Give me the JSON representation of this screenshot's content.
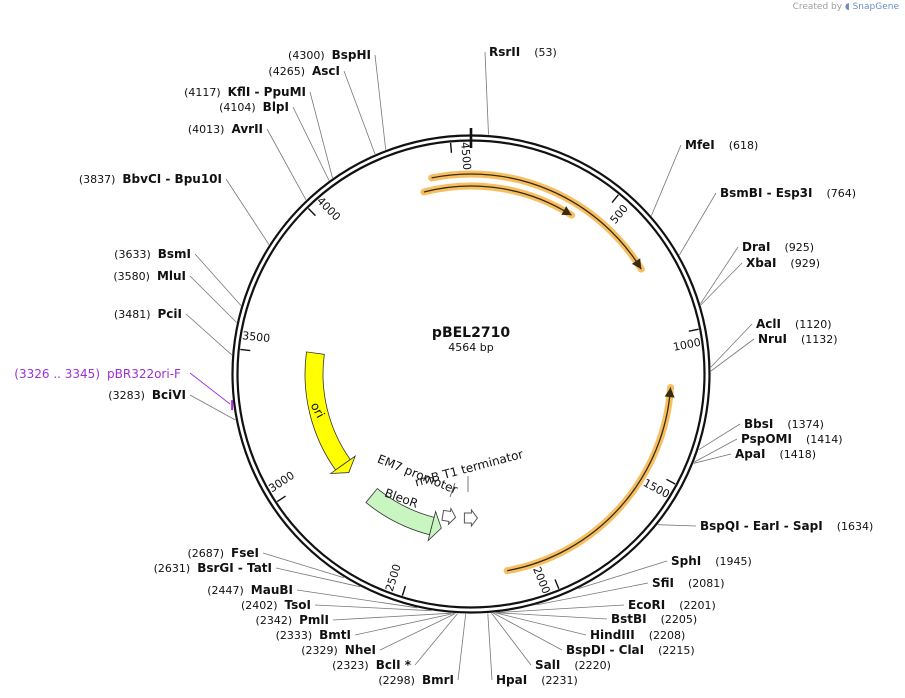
{
  "credit": {
    "prefix": "Created by",
    "brand": "SnapGene"
  },
  "plasmid": {
    "name": "pBEL2710",
    "size_label": "4564 bp",
    "length": 4564
  },
  "colors": {
    "ori": "#ffff00",
    "bleo": "#c8f5c0",
    "primer": "#9b30d9",
    "highlight": "#f5b547",
    "backbone": "#111111"
  },
  "ticks": [
    {
      "pos": 500,
      "label": "500"
    },
    {
      "pos": 1000,
      "label": "1000"
    },
    {
      "pos": 1500,
      "label": "1500"
    },
    {
      "pos": 2000,
      "label": "2000"
    },
    {
      "pos": 2500,
      "label": "2500"
    },
    {
      "pos": 3000,
      "label": "3000"
    },
    {
      "pos": 3500,
      "label": "3500"
    },
    {
      "pos": 4000,
      "label": "4000"
    },
    {
      "pos": 4500,
      "label": "4500"
    }
  ],
  "enzymes": [
    {
      "name": "RsrII",
      "pos_label": "(53)",
      "pos": 53
    },
    {
      "name": "MfeI",
      "pos_label": "(618)",
      "pos": 618
    },
    {
      "name": "BsmBI  - Esp3I",
      "pos_label": "(764)",
      "pos": 764
    },
    {
      "name": "DraI",
      "pos_label": "(925)",
      "pos": 925
    },
    {
      "name": "XbaI",
      "pos_label": "(929)",
      "pos": 929
    },
    {
      "name": "AclI",
      "pos_label": "(1120)",
      "pos": 1120
    },
    {
      "name": "NruI",
      "pos_label": "(1132)",
      "pos": 1132
    },
    {
      "name": "BbsI",
      "pos_label": "(1374)",
      "pos": 1374
    },
    {
      "name": "PspOMI",
      "pos_label": "(1414)",
      "pos": 1414
    },
    {
      "name": "ApaI",
      "pos_label": "(1418)",
      "pos": 1418
    },
    {
      "name": "BspQI  - EarI  - SapI",
      "pos_label": "(1634)",
      "pos": 1634
    },
    {
      "name": "SphI",
      "pos_label": "(1945)",
      "pos": 1945
    },
    {
      "name": "SfiI",
      "pos_label": "(2081)",
      "pos": 2081
    },
    {
      "name": "EcoRI",
      "pos_label": "(2201)",
      "pos": 2201
    },
    {
      "name": "BstBI",
      "pos_label": "(2205)",
      "pos": 2205
    },
    {
      "name": "HindIII",
      "pos_label": "(2208)",
      "pos": 2208
    },
    {
      "name": "BspDI  - ClaI",
      "pos_label": "(2215)",
      "pos": 2215
    },
    {
      "name": "SalI",
      "pos_label": "(2220)",
      "pos": 2220
    },
    {
      "name": "HpaI",
      "pos_label": "(2231)",
      "pos": 2231
    },
    {
      "name": "BmrI",
      "pos_label": "(2298)",
      "pos": 2298
    },
    {
      "name": "BclI *",
      "pos_label": "(2323)",
      "pos": 2323
    },
    {
      "name": "NheI",
      "pos_label": "(2329)",
      "pos": 2329
    },
    {
      "name": "BmtI",
      "pos_label": "(2333)",
      "pos": 2333
    },
    {
      "name": "PmlI",
      "pos_label": "(2342)",
      "pos": 2342
    },
    {
      "name": "TsoI",
      "pos_label": "(2402)",
      "pos": 2402
    },
    {
      "name": "MauBI",
      "pos_label": "(2447)",
      "pos": 2447
    },
    {
      "name": "BsrGI  - TatI",
      "pos_label": "(2631)",
      "pos": 2631
    },
    {
      "name": "FseI",
      "pos_label": "(2687)",
      "pos": 2687
    },
    {
      "name": "BciVI",
      "pos_label": "(3283)",
      "pos": 3283
    },
    {
      "name": "PciI",
      "pos_label": "(3481)",
      "pos": 3481
    },
    {
      "name": "MluI",
      "pos_label": "(3580)",
      "pos": 3580
    },
    {
      "name": "BsmI",
      "pos_label": "(3633)",
      "pos": 3633
    },
    {
      "name": "BbvCI  - Bpu10I",
      "pos_label": "(3837)",
      "pos": 3837
    },
    {
      "name": "AvrII",
      "pos_label": "(4013)",
      "pos": 4013
    },
    {
      "name": "BlpI",
      "pos_label": "(4104)",
      "pos": 4104
    },
    {
      "name": "KflI  - PpuMI",
      "pos_label": "(4117)",
      "pos": 4117
    },
    {
      "name": "AscI",
      "pos_label": "(4265)",
      "pos": 4265
    },
    {
      "name": "BspHI",
      "pos_label": "(4300)",
      "pos": 4300
    }
  ],
  "primer": {
    "name": "pBR322ori-F",
    "range_label": "(3326 .. 3345)",
    "start": 3326,
    "end": 3345
  },
  "features": [
    {
      "name": "ori",
      "start": 2930,
      "end": 3520,
      "direction": "reverse",
      "color": "#ffff00"
    },
    {
      "name": "BleoR",
      "start": 2420,
      "end": 2780,
      "direction": "reverse",
      "color": "#c8f5c0"
    },
    {
      "name": "EM7 promoter",
      "start": 2370,
      "end": 2420,
      "direction": "reverse",
      "color": "#ffffff"
    },
    {
      "name": "rrnB T1 terminator",
      "start": 2260,
      "end": 2310,
      "direction": "reverse",
      "color": "#ffffff"
    }
  ],
  "highlighted_orfs": [
    {
      "start": 4420,
      "end": 740,
      "direction": "forward",
      "ring": "outer"
    },
    {
      "start": 4380,
      "end": 410,
      "direction": "forward",
      "ring": "inner"
    },
    {
      "start": 1190,
      "end": 2150,
      "direction": "reverse",
      "ring": "outer"
    }
  ]
}
